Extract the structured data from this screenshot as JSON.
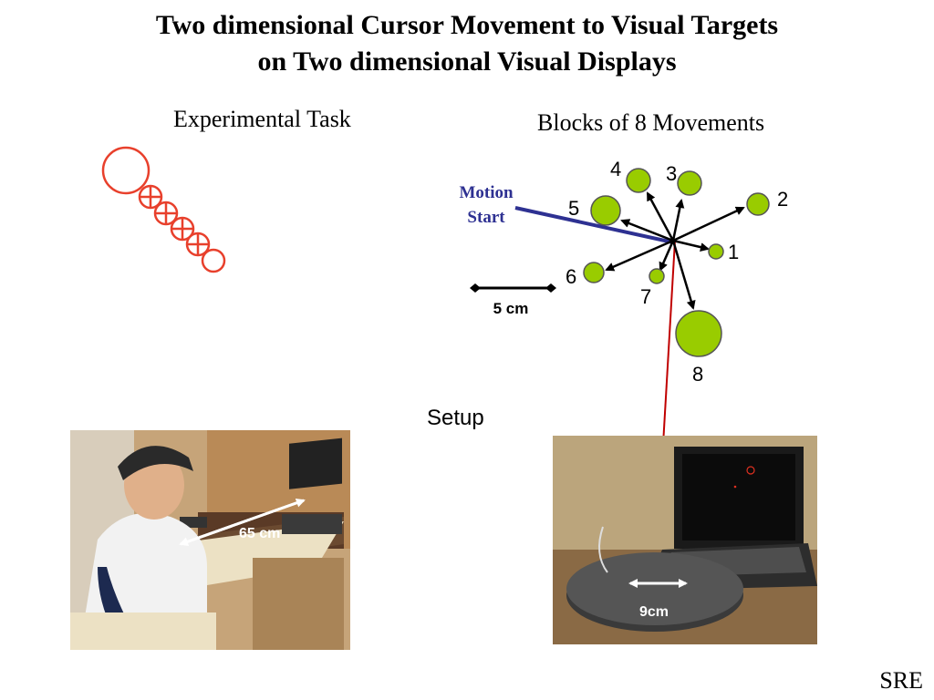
{
  "slide": {
    "title_line1": "Two dimensional Cursor Movement to Visual Targets",
    "title_line2": "on Two dimensional Visual Displays",
    "left_heading": "Experimental Task",
    "right_heading": "Blocks of 8 Movements",
    "setup_label": "Setup",
    "footer": "SRE"
  },
  "diagram": {
    "motion_start_line1": "Motion",
    "motion_start_line2": "Start",
    "scale_label": "5 cm",
    "targets": [
      {
        "id": "1",
        "label": "1"
      },
      {
        "id": "2",
        "label": "2"
      },
      {
        "id": "3",
        "label": "3"
      },
      {
        "id": "4",
        "label": "4"
      },
      {
        "id": "5",
        "label": "5"
      },
      {
        "id": "6",
        "label": "6"
      },
      {
        "id": "7",
        "label": "7"
      },
      {
        "id": "8",
        "label": "8"
      }
    ]
  },
  "photos": {
    "left_distance_label": "65 cm",
    "right_distance_label": "9cm"
  },
  "colors": {
    "task_red": "#e8402c",
    "target_green": "#99cc00",
    "motion_blue": "#2e3192",
    "cursor_line_red": "#c00000"
  }
}
